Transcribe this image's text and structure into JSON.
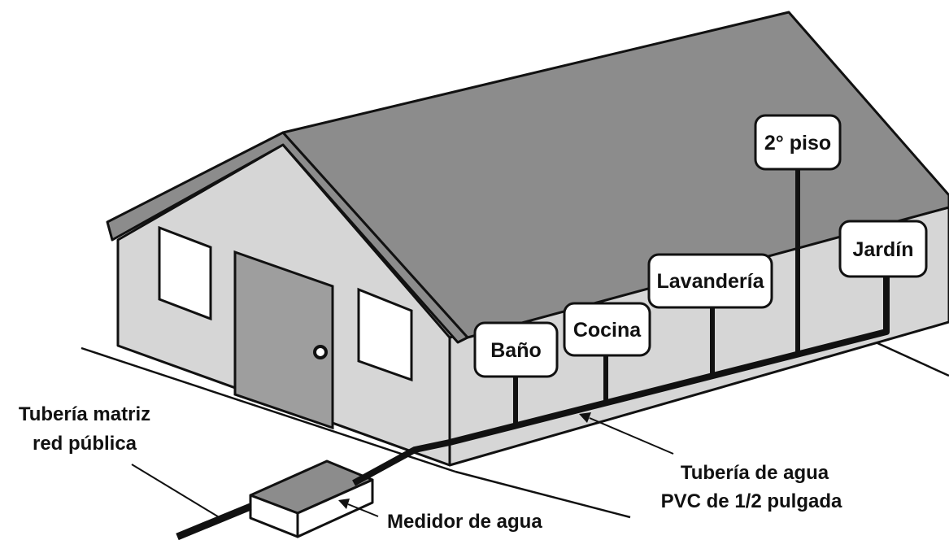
{
  "colors": {
    "roof": "#8c8c8c",
    "wall": "#d6d6d6",
    "door": "#9e9e9e",
    "outline": "#111111",
    "pipe": "#111111",
    "label_bg": "#ffffff"
  },
  "outlets": {
    "bano": "Baño",
    "cocina": "Cocina",
    "lavanderia": "Lavandería",
    "segundo_piso": "2° piso",
    "jardin": "Jardín"
  },
  "labels": {
    "main_line_1": "Tubería matriz",
    "main_line_2": "red pública",
    "meter": "Medidor de agua",
    "pipe_line_1": "Tubería de agua",
    "pipe_line_2": "PVC de 1/2 pulgada"
  }
}
